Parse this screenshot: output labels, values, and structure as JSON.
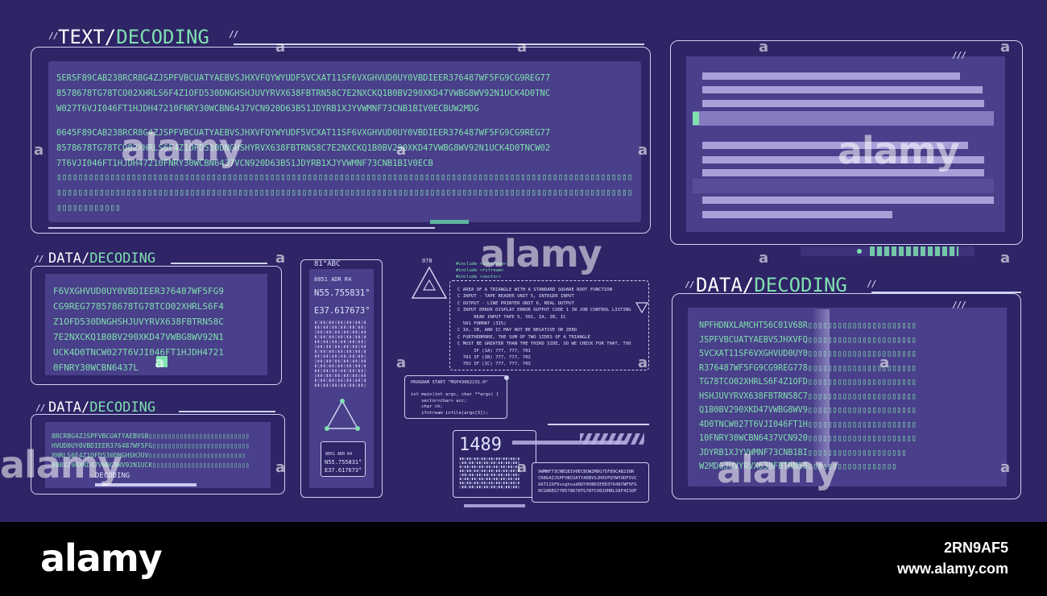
{
  "text_panel": {
    "title_a": "TEXT/",
    "title_b": "DECODING",
    "block1": "5ERSF89CAB238RCR8G4ZJSPFVBCUATYAEBVSJHXVFQYWYUDF5VCXAT11SF6VXGHVUD0UY0VBDIEER376487WF5FG9CG9REG77\n8578678TG78TCO02XHRLS6F4Z1OFD530DNGHSHJUVYRVX638FBTRN58C7E2NXCKQ1B0BV290XKD47VWBG8WV92N1UCK4D0TNC\nW027T6VJI046FT1HJDH47210FNRY30WCBN6437VCN920D63B51JDYRB1XJYVWMNF73CNB1BIV0ECBUW2MDG",
    "block2": "0645F89CAB238RCR8G4ZJSPFVBCUATYAEBVSJHXVFQYWYUDF5VCXAT11SF6VXGHVUD0UY0VBDIEER376487WF5FG9CG9REG77\n8578678TG78TCO02XHRLS6F4Z1OFD530DNGHSHYRVX638FBTRN58C7E2NXCKQ1B0BV290XKD47VWBG8WV92N1UCK4D0TNCW02\n7T6VJI046FT1HJDH47210FNRY30WCBN6437VCN920D63B51JDYRB1XJYVWMNF73CNB1BIV0ECB",
    "boxes": "▯▯▯▯▯▯▯▯▯▯▯▯▯▯▯▯▯▯▯▯▯▯▯▯▯▯▯▯▯▯▯▯▯▯▯▯▯▯▯▯▯▯▯▯▯▯▯▯▯▯▯▯▯▯▯▯▯▯▯▯▯▯▯▯▯▯▯▯▯▯▯▯▯▯▯▯▯▯▯▯▯▯▯▯▯▯▯▯▯▯▯▯▯▯▯▯▯▯▯▯▯▯▯▯▯▯▯▯▯▯▯▯▯▯▯▯▯▯▯▯▯▯▯▯▯▯▯▯▯▯▯▯▯▯▯▯▯▯▯▯▯▯▯▯▯▯▯▯▯▯▯▯▯▯▯▯▯▯▯▯▯▯▯▯▯▯▯▯▯▯▯▯▯▯▯▯▯▯▯▯▯▯▯▯▯▯▯▯▯▯▯▯▯▯▯▯▯▯▯▯▯▯▯▯▯▯▯▯▯▯▯▯▯▯▯▯▯▯▯▯▯▯▯▯▯▯▯▯"
  },
  "data_panel_1": {
    "title_a": "DATA/",
    "title_b": "DECODING",
    "text": "F6VXGHVUD0UY0VBDIEER376487WF5FG9\nCG9REG778578678TG78TCO02XHRLS6F4\nZ1OFD530DNGHSHJUVYRVX638FBTRN58C\n7E2NXCKQ1B0BV290XKD47VWBG8WV92N1\nUCK4D0TNCW027T6VJI046FT1HJDH4721\n0FNRY30WCBN6437L"
  },
  "data_panel_2": {
    "title_a": "DATA/",
    "title_b": "DECODING",
    "text": "8RCR8G4ZJSPFVBCUATYAEBVSB▯▯▯▯▯▯▯▯▯▯▯▯▯▯▯▯▯▯▯▯▯▯▯▯▯▯\nHVUD0UY0VBDIEER376487WF5FG▯▯▯▯▯▯▯▯▯▯▯▯▯▯▯▯▯▯▯▯▯▯▯▯▯\nXHRLS6F4Z1OFD530DNGHSHJUV▯▯▯▯▯▯▯▯▯▯▯▯▯▯▯▯▯▯▯▯▯▯▯▯▯\nB0BV290XKD47VWBG8WV92N1UCK▯▯▯▯▯▯▯▯▯▯▯▯▯▯▯▯▯▯▯▯▯▯▯▯▯",
    "caption": "DECODING"
  },
  "coord_panel": {
    "header": "81°ABC",
    "line1": "8051 ADR R4",
    "coord1": "N55.755831°",
    "coord2": "E37.617673°",
    "small_label": "8051 ADR R4",
    "coord3": "N55.755831°",
    "coord4": "E37.617673°"
  },
  "code_panel": {
    "label": "078",
    "lines": "C AREA OF A TRIANGLE WITH A STANDARD SQUARE ROOT FUNCTION\nC INPUT - TAPE READER UNIT 5, INTEGER INPUT\nC OUTPUT - LINE PRINTER UNIT 6, REAL OUTPUT\nC INPUT ERROR DISPLAY ERROR OUTPUT CODE 1 IN JOB CONTROL LISTING\n      READ INPUT TAPE 5, 501, IA, IB, IC\n  501 FORMAT (3I5)\nC IA, IB, AND IC MAY NOT BE NEGATIVE OR ZERO\nC FURTHERMORE, THE SUM OF TWO SIDES OF A TRIANGLE\nC MUST BE GREATER THAN THE THIRD SIDE, SO WE CHECK FOR THAT, TOO\n      IF (IA) 777, 777, 701\n  701 IF (IB) 777, 777, 702\n  702 IF (IC) 777, 777, 703",
    "include": "#include <iostream>\n#include <fstream>\n#include <vector>"
  },
  "program_panel": {
    "lines": "PROGRAM START \"MSP43062231.H\"\n\nint main(int argc, char **argv) {\n    vector<char> acc;\n    char ch;\n    ifstream infile(argv[3]);"
  },
  "number_panel": {
    "number": "1489",
    "text": "VWMNF73CNB1BIV0ECBUW2MDG75F89CAB238R\nCR8G4ZJSPFVBCUATYAEBVSJHXVFQYWYUDF5VC\nXAT11SF6vxghvud0UY0VBDIEER376487WF5FG\n9CG9REG778578678TG78TCO02XHRLS6F4Z1OF"
  },
  "data_panel_3": {
    "title_a": "DATA/",
    "title_b": "DECODING",
    "text": "NPFHDNXLAMCHT56C01V68R▯▯▯▯▯▯▯▯▯▯▯▯▯▯▯▯▯▯▯▯▯▯\nJSPFVBCUATYAEBVSJHXVFQ▯▯▯▯▯▯▯▯▯▯▯▯▯▯▯▯▯▯▯▯▯▯\n5VCXAT11SF6VXGHVUD0UY0▯▯▯▯▯▯▯▯▯▯▯▯▯▯▯▯▯▯▯▯▯▯\nR376487WF5FG9CG9REG778▯▯▯▯▯▯▯▯▯▯▯▯▯▯▯▯▯▯▯▯▯▯\nTG78TCO02XHRLS6F4Z1OFD▯▯▯▯▯▯▯▯▯▯▯▯▯▯▯▯▯▯▯▯▯▯\nHSHJUVYRVX638FBTRN58C7▯▯▯▯▯▯▯▯▯▯▯▯▯▯▯▯▯▯▯▯▯▯\nQ1B0BV290XKD47VWBG8WV9▯▯▯▯▯▯▯▯▯▯▯▯▯▯▯▯▯▯▯▯▯▯\n4D0TNCW027T6VJI046FT1H▯▯▯▯▯▯▯▯▯▯▯▯▯▯▯▯▯▯▯▯▯▯\n10FNRY30WCBN6437VCN920▯▯▯▯▯▯▯▯▯▯▯▯▯▯▯▯▯▯▯▯▯▯\nJDYRB1XJYVWMNF73CNB1BI▯▯▯▯▯▯▯▯▯▯▯▯▯▯▯▯▯▯▯▯\nW2MDGJUVYRVX638FBTRN58▯▯▯▯▯▯▯▯▯▯▯▯▯▯▯▯▯▯"
  },
  "watermark": {
    "text": "alamy",
    "letter": "a"
  },
  "footer": {
    "logo": "alamy",
    "image_id": "2RN9AF5",
    "url": "www.alamy.com"
  },
  "colors": {
    "background": "#2e2466",
    "panel_fill": "#4a3f8a",
    "accent_green": "#7fe0b0",
    "frame_line": "#cfd3f2"
  }
}
